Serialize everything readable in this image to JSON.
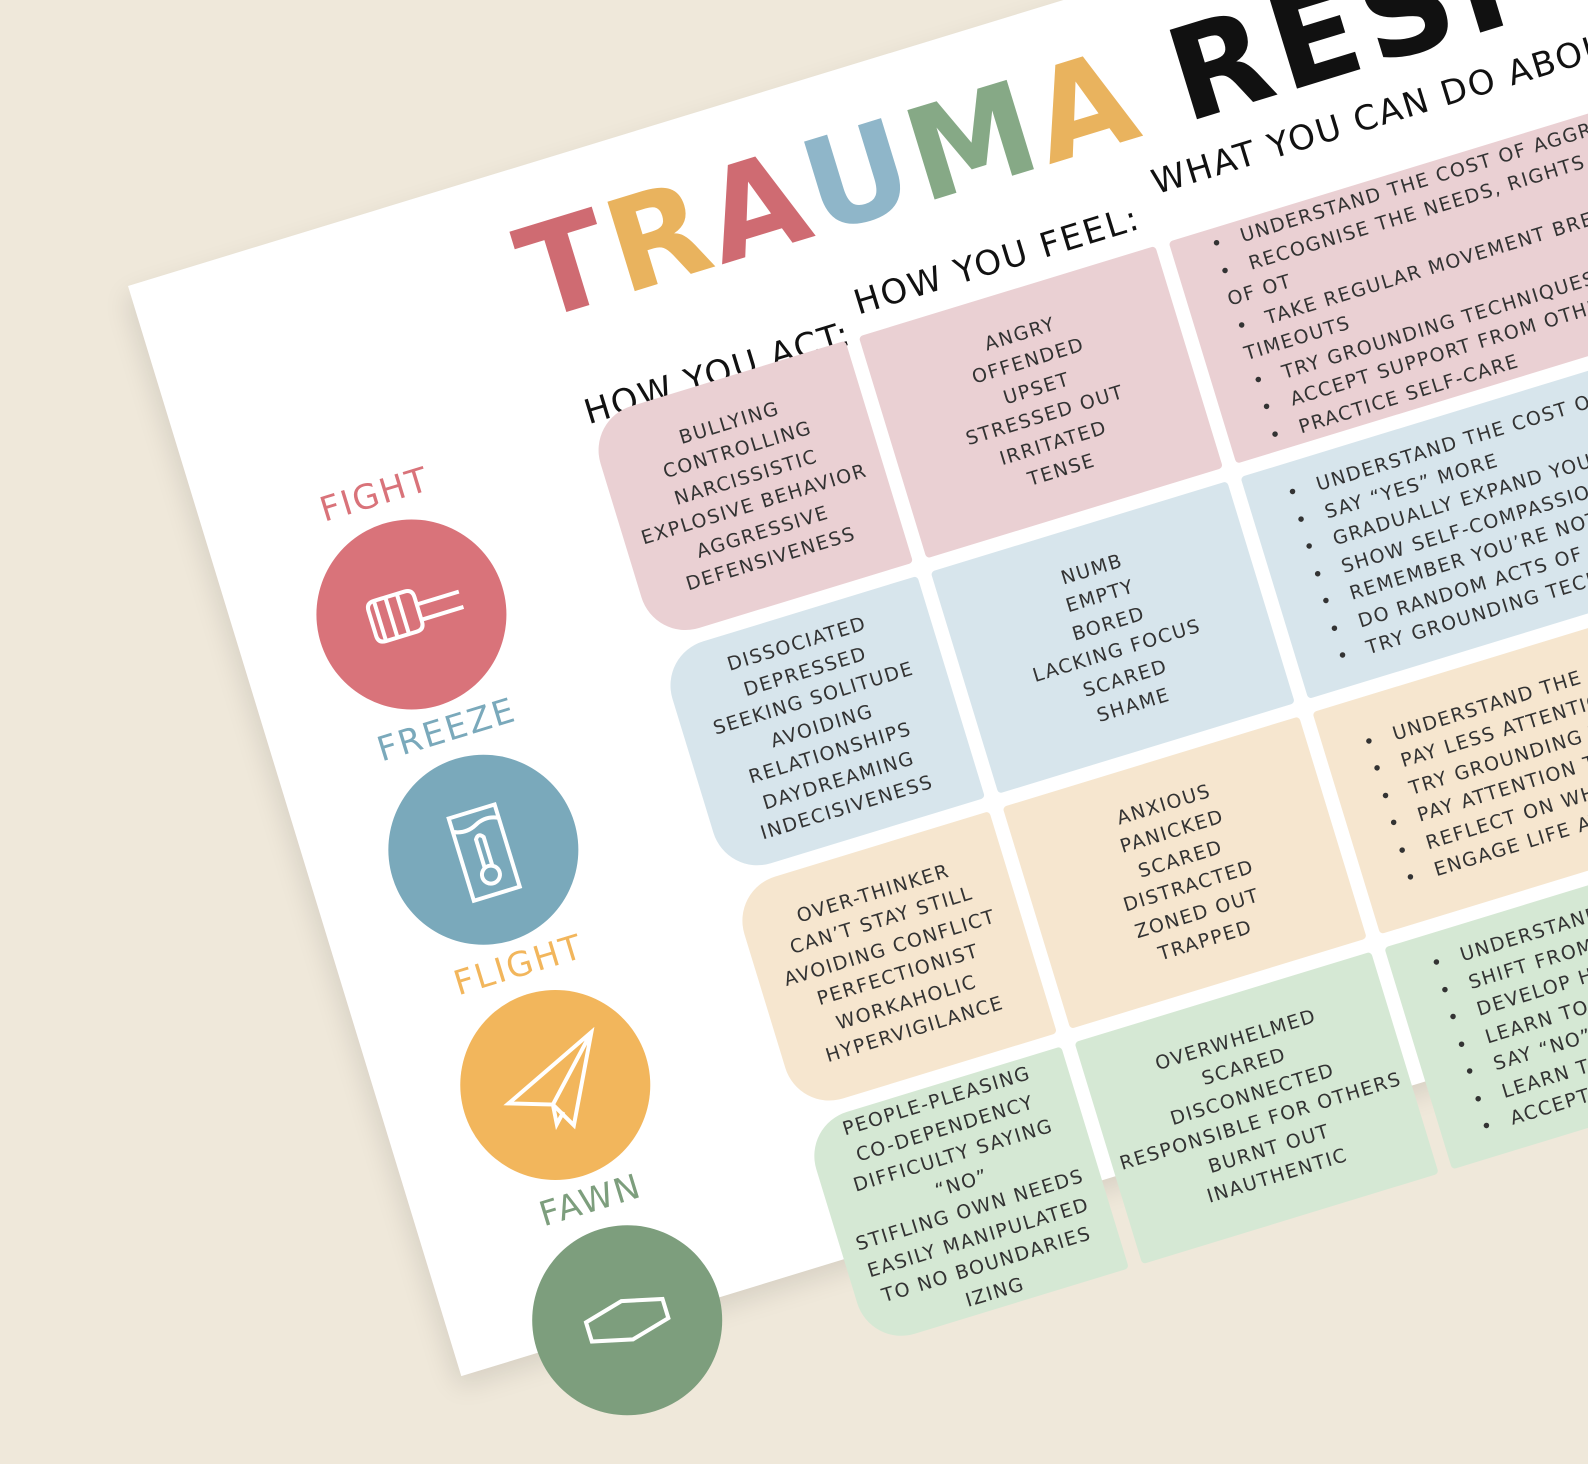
{
  "title": {
    "word1": [
      "T",
      "R",
      "A",
      "U",
      "M",
      "A"
    ],
    "word1_colors": [
      "#cf6b72",
      "#e9b35e",
      "#cf6b72",
      "#8fb6c9",
      "#86a986",
      "#e9b35e"
    ],
    "word2": "RESPONSES"
  },
  "headers": {
    "act": "HOW YOU ACT:",
    "feel": "HOW YOU FEEL:",
    "do": "WHAT YOU CAN DO ABOUT IT:"
  },
  "colors": {
    "fight": "#d9737a",
    "freeze": "#7aa9bb",
    "flight": "#f2b65c",
    "fawn": "#7d9e7d"
  },
  "responses": [
    {
      "key": "fight",
      "label": "FIGHT",
      "icon": "fist-icon",
      "act": [
        "BULLYING",
        "CONTROLLING",
        "NARCISSISTIC",
        "EXPLOSIVE BEHAVIOR",
        "AGGRESSIVE",
        "DEFENSIVENESS"
      ],
      "feel": [
        "ANGRY",
        "OFFENDED",
        "UPSET",
        "STRESSED OUT",
        "IRRITATED",
        "TENSE"
      ],
      "do": [
        "UNDERSTAND THE COST OF AGGRESSION",
        "RECOGNISE THE NEEDS, RIGHTS AND FEELINGS OF OT",
        "TAKE REGULAR MOVEMENT BREAKS AND TIMEOUTS",
        "TRY GROUNDING TECHNIQUES",
        "ACCEPT SUPPORT FROM OTHERS",
        "PRACTICE SELF-CARE"
      ]
    },
    {
      "key": "freeze",
      "label": "FREEZE",
      "icon": "thermometer-icon",
      "act": [
        "DISSOCIATED",
        "DEPRESSED",
        "SEEKING SOLITUDE",
        "AVOIDING RELATIONSHIPS",
        "DAYDREAMING",
        "INDECISIVENESS"
      ],
      "feel": [
        "NUMB",
        "EMPTY",
        "BORED",
        "LACKING FOCUS",
        "SCARED",
        "SHAME"
      ],
      "do": [
        "UNDERSTAND THE COST OF SOCIAL ISOLATIO",
        "SAY “YES” MORE",
        "GRADUALLY EXPAND YOUR COMFORT ZONE",
        "SHOW SELF-COMPASSION",
        "REMEMBER YOU’RE NOT ALONE",
        "DO RANDOM ACTS OF KINDNESS",
        "TRY GROUNDING TECHNIQUES"
      ]
    },
    {
      "key": "flight",
      "label": "FLIGHT",
      "icon": "paper-plane-icon",
      "act": [
        "OVER-THINKER",
        "CAN’T STAY STILL",
        "AVOIDING CONFLICT",
        "PERFECTIONIST",
        "WORKAHOLIC",
        "HYPERVIGILANCE"
      ],
      "feel": [
        "ANXIOUS",
        "PANICKED",
        "SCARED",
        "DISTRACTED",
        "ZONED OUT",
        "TRAPPED"
      ],
      "do": [
        "UNDERSTAND THE COST OF PERFECT",
        "PAY LESS ATTENTION TO YOUR ‘INN",
        "TRY GROUNDING TECHNIQUES",
        "PAY ATTENTION TO ‘GLIMMERS’ (",
        "REFLECT ON WHAT YOU’RE TRYIN",
        "ENGAGE LIFE AT DIFFERENT SPE"
      ]
    },
    {
      "key": "fawn",
      "label": "FAWN",
      "icon": "hands-icon",
      "act": [
        "PEOPLE-PLEASING",
        "CO-DEPENDENCY",
        "DIFFICULTY SAYING “NO”",
        "STIFLING OWN NEEDS",
        "EASILY MANIPULATED",
        "TO NO BOUNDARIES",
        "IZING"
      ],
      "feel": [
        "OVERWHELMED",
        "SCARED",
        "DISCONNECTED",
        "RESPONSIBLE FOR OTHERS",
        "BURNT OUT",
        "INAUTHENTIC"
      ],
      "do": [
        "UNDERSTAND THE COST OF",
        "SHIFT FROM PEOPLE-PLEAS",
        "DEVELOP HEALTHY RELATIO",
        "LEARN TO VALUE YOUR ST",
        "SAY “NO” WHEN YOU WA",
        "LEARN TO ACCEPT DISA",
        "ACCEPT THAT YOU CA"
      ]
    }
  ]
}
